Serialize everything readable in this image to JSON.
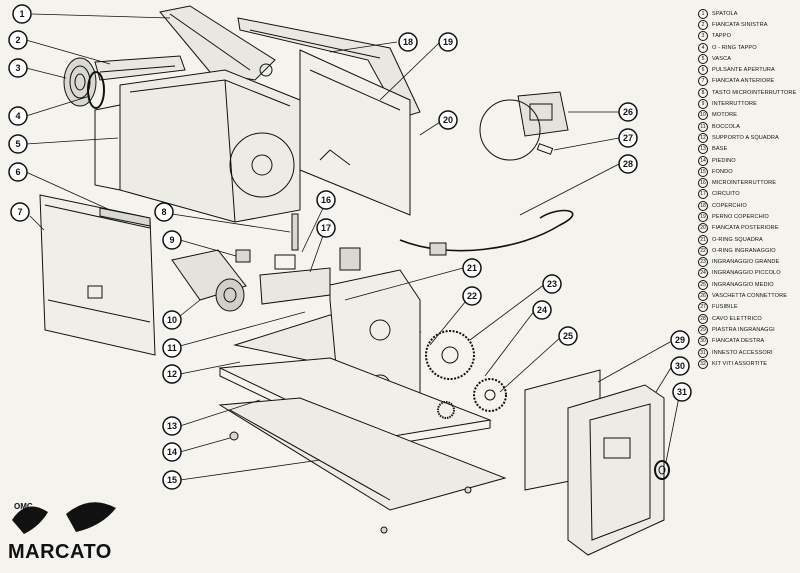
{
  "legend": [
    {
      "num": "1",
      "label": "SPATOLA"
    },
    {
      "num": "2",
      "label": "FIANCATA SINISTRA"
    },
    {
      "num": "3",
      "label": "TAPPO"
    },
    {
      "num": "4",
      "label": "O - RING TAPPO"
    },
    {
      "num": "5",
      "label": "VASCA"
    },
    {
      "num": "6",
      "label": "PULSANTE APERTURA"
    },
    {
      "num": "7",
      "label": "FIANCATA ANTERIORE"
    },
    {
      "num": "8",
      "label": "TASTO MICROINTERRUTTORE"
    },
    {
      "num": "9",
      "label": "INTERRUTTORE"
    },
    {
      "num": "10",
      "label": "MOTORE"
    },
    {
      "num": "11",
      "label": "BOCCOLA"
    },
    {
      "num": "12",
      "label": "SUPPORTO A SQUADRA"
    },
    {
      "num": "13",
      "label": "BASE"
    },
    {
      "num": "14",
      "label": "PIEDINO"
    },
    {
      "num": "15",
      "label": "FONDO"
    },
    {
      "num": "16",
      "label": "MICROINTERRUTTORE"
    },
    {
      "num": "17",
      "label": "CIRCUITO"
    },
    {
      "num": "18",
      "label": "COPERCHIO"
    },
    {
      "num": "19",
      "label": "PERNO COPERCHIO"
    },
    {
      "num": "20",
      "label": "FIANCATA POSTERIORE"
    },
    {
      "num": "21",
      "label": "O-RING SQUADRA"
    },
    {
      "num": "22",
      "label": "O-RING INGRANAGGIO"
    },
    {
      "num": "23",
      "label": "INGRANAGGIO GRANDE"
    },
    {
      "num": "24",
      "label": "INGRANAGGIO PICCOLO"
    },
    {
      "num": "25",
      "label": "INGRANAGGIO MEDIO"
    },
    {
      "num": "26",
      "label": "VASCHETTA CONNETTORE"
    },
    {
      "num": "27",
      "label": "FUSIBILE"
    },
    {
      "num": "28",
      "label": "CAVO ELETTRICO"
    },
    {
      "num": "29",
      "label": "PIASTRA INGRANAGGI"
    },
    {
      "num": "30",
      "label": "FIANCATA DESTRA"
    },
    {
      "num": "31",
      "label": "INNESTO ACCESSORI"
    },
    {
      "num": "32",
      "label": "KIT VITI ASSORTITE"
    }
  ],
  "callouts": [
    "1",
    "2",
    "3",
    "4",
    "5",
    "6",
    "7",
    "8",
    "9",
    "10",
    "11",
    "12",
    "13",
    "14",
    "15",
    "16",
    "17",
    "18",
    "19",
    "20",
    "21",
    "22",
    "23",
    "24",
    "25",
    "26",
    "27",
    "28",
    "29",
    "30",
    "31"
  ],
  "logo": {
    "maker": "OMC",
    "brand": "MARCATO"
  },
  "colors": {
    "ink": "#111111",
    "paper": "#f4f3ee"
  }
}
